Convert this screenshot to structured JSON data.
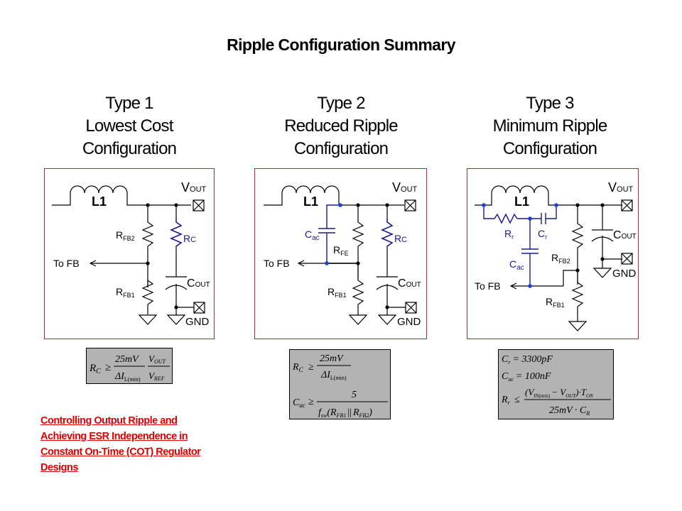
{
  "title": "Ripple Configuration Summary",
  "columns": [
    {
      "type": "Type 1",
      "name_line1": "Lowest Cost",
      "name_line2": "Configuration",
      "labels": {
        "inductor": "L1",
        "vout": "V",
        "vout_sub": "OUT",
        "rfb2": "R",
        "rfb2_sub": "FB2",
        "rc": "R",
        "rc_sub": "C",
        "to_fb": "To FB",
        "rfb1": "R",
        "rfb1_sub": "FB1",
        "cout": "C",
        "cout_sub": "OUT",
        "gnd": "GND"
      },
      "formula": {
        "lhs": "R",
        "lhs_sub": "C",
        "rel": "≥",
        "num1": "25mV",
        "den1": "ΔI",
        "den1_sub": "L(min)",
        "num2": "V",
        "num2_sub": "OUT",
        "den2": "V",
        "den2_sub": "REF"
      }
    },
    {
      "type": "Type 2",
      "name_line1": "Reduced Ripple",
      "name_line2": "Configuration",
      "labels": {
        "inductor": "L1",
        "vout": "V",
        "vout_sub": "OUT",
        "cac": "C",
        "cac_sub": "ac",
        "rfb2": "R",
        "rfb2_sub": "FE",
        "rc": "R",
        "rc_sub": "C",
        "to_fb": "To FB",
        "rfb1": "R",
        "rfb1_sub": "FB1",
        "cout": "C",
        "cout_sub": "OUT",
        "gnd": "GND"
      },
      "formula": {
        "line1_lhs": "R",
        "line1_lhs_sub": "C",
        "rel": "≥",
        "line1_num": "25mV",
        "line1_den": "ΔI",
        "line1_den_sub": "L(min)",
        "line2_lhs": "C",
        "line2_lhs_sub": "ac",
        "line2_num": "5",
        "line2_den_f": "f",
        "line2_den_f_sub": "sw",
        "line2_den_r1": "(R",
        "line2_den_r1_sub": "FB1",
        "line2_den_par": "||",
        "line2_den_r2": "R",
        "line2_den_r2_sub": "FB2",
        "line2_den_close": ")"
      }
    },
    {
      "type": "Type 3",
      "name_line1": "Minimum Ripple",
      "name_line2": "Configuration",
      "labels": {
        "inductor": "L1",
        "vout": "V",
        "vout_sub": "OUT",
        "rr": "R",
        "rr_sub": "r",
        "cr": "C",
        "cr_sub": "r",
        "cac": "C",
        "cac_sub": "ac",
        "cout": "C",
        "cout_sub": "OUT",
        "rfb2": "R",
        "rfb2_sub": "FB2",
        "gnd": "GND",
        "to_fb": "To FB",
        "rfb1": "R",
        "rfb1_sub": "FB1"
      },
      "formula": {
        "line1_lhs": "C",
        "line1_lhs_sub": "r",
        "line1_rhs": "= 3300pF",
        "line2_lhs": "C",
        "line2_lhs_sub": "ac",
        "line2_rhs": "= 100nF",
        "line3_lhs": "R",
        "line3_lhs_sub": "r",
        "rel": "≤",
        "num_a": "(V",
        "num_a_sub": "IN(min)",
        "num_b": "− V",
        "num_b_sub": "OUT",
        "num_c": ")·T",
        "num_c_sub": "ON",
        "den": "25mV · C",
        "den_sub": "R"
      }
    }
  ],
  "colors": {
    "frame": "#c0282d",
    "wire": "#000000",
    "highlight": "#1a1a8c",
    "node_blue": "#1f3fd0",
    "formula_bg": "#b3b3b3",
    "link": "#e00000"
  },
  "link": {
    "text": "Controlling Output Ripple and Achieving ESR Independence in Constant On-Time (COT) Regulator Designs"
  }
}
